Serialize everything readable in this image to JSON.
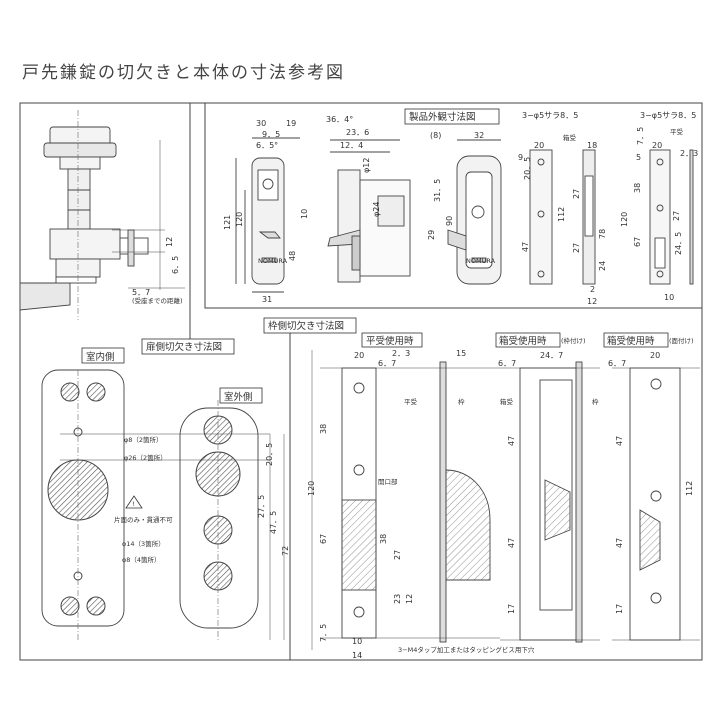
{
  "page": {
    "title": "戸先鎌錠の切欠きと本体の寸法参考図"
  },
  "panels": {
    "product_view": "製品外観寸法図",
    "door_cutout": "扉側切欠き寸法図",
    "frame_cutout": "枠側切欠き寸法図",
    "flat_use": "平受使用時",
    "box_use_a": "箱受使用時",
    "box_use_a_note": "(枠付け)",
    "box_use_b": "箱受使用時",
    "box_use_b_note": "(面付け)"
  },
  "labels": {
    "indoor": "室内側",
    "outdoor": "室外側",
    "opening": "開口部",
    "flat_recv": "平受",
    "frame": "枠",
    "box_recv": "箱受",
    "one_side_warning_1": "片面のみ・貫通不可",
    "tap_note": "3−M4タップ加工またはタッピングビス用下穴",
    "screw_a": "3−φ5サラ8．5",
    "screw_b": "3−φ5サラ8．5",
    "flat_recv_top": "平受",
    "brand": "NOMURA",
    "backset_note": "(受座までの距離)"
  },
  "dims": {
    "d30": "30",
    "d19": "19",
    "d9_5": "9．5",
    "d6_5": "6．5°",
    "d121": "121",
    "d120": "120",
    "d48": "48",
    "d10": "10",
    "d31": "31",
    "d36_4": "36．4°",
    "d23_6": "23．6",
    "d12_4": "12．4",
    "d0_12": "φ12",
    "d0_24": "φ24",
    "d8p": "(8)",
    "d32": "32",
    "d31_5": "31．5",
    "d90": "90",
    "d29": "29",
    "d20a": "20",
    "d9": "9",
    "d18": "18",
    "d20_5": "20．5",
    "d27a": "27",
    "d112a": "112",
    "d47a": "47",
    "d27b": "27",
    "d78": "78",
    "d24": "24",
    "d2": "2",
    "d12a": "12",
    "d7_5": "7．5",
    "d5": "5",
    "d2_3": "2．3",
    "d38": "38",
    "d67": "67",
    "d10b": "10",
    "d27c": "27",
    "d24_5": "24．5",
    "d120b": "120",
    "d12": "12",
    "d6_5b": "6．5",
    "d5_7": "5．7",
    "c8": "φ8（2箇所）",
    "c26": "φ26（2箇所）",
    "c14": "φ14（3箇所）",
    "c8b": "φ8（4箇所）",
    "d20_5b": "20．5",
    "d27_5": "27．5",
    "d47_5": "47．5",
    "d72": "72",
    "f20": "20",
    "f2_3": "2．3",
    "f15": "15",
    "f6_7": "6．7",
    "f38": "38",
    "f120": "120",
    "f67": "67",
    "f38b": "38",
    "f27": "27",
    "f23": "23",
    "f7_5": "7．5",
    "f10": "10",
    "f14": "14",
    "f12": "12",
    "b24_7": "24．7",
    "b6_7": "6．7",
    "b47": "47",
    "b47b": "47",
    "b17": "17",
    "g20": "20",
    "g6_7": "6．7",
    "g47": "47",
    "g47b": "47",
    "g17": "17",
    "g112": "112"
  }
}
